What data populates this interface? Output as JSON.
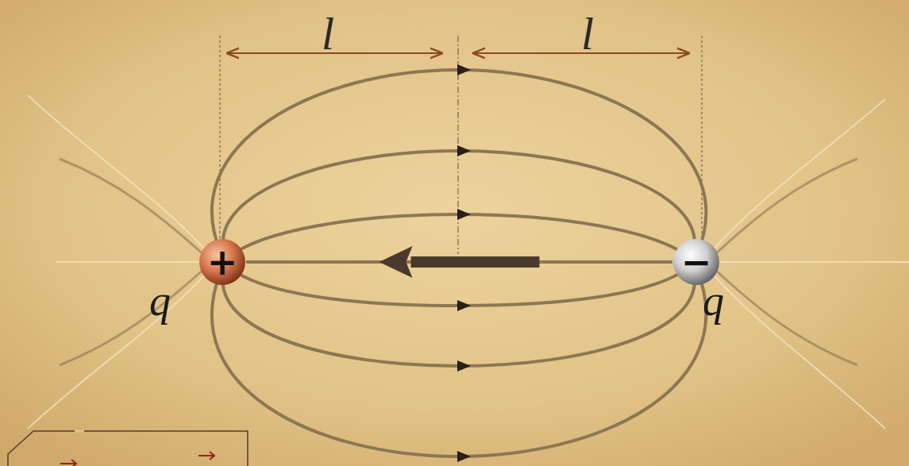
{
  "diagram": {
    "nodes": [
      {
        "text": [
          "+",
          "q"
        ]
      },
      {
        "text": [
          "−",
          "q"
        ]
      }
    ],
    "edges": [
      {
        "from": 1,
        "to": 0,
        "arrow": "to"
      }
    ],
    "labels": [
      "l",
      "l"
    ]
  }
}
